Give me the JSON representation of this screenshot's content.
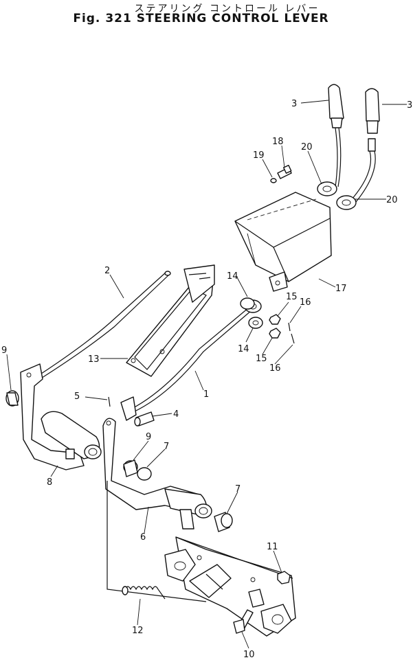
{
  "title": {
    "japanese": "ステアリング コントロール レバー",
    "english": "Fig. 321  STEERING  CONTROL  LEVER"
  },
  "callouts": {
    "c3a": "3",
    "c3b": "3",
    "c18": "18",
    "c19": "19",
    "c20a": "20",
    "c20b": "20",
    "c17": "17",
    "c2": "2",
    "c14a": "14",
    "c14b": "14",
    "c15a": "15",
    "c15b": "15",
    "c16a": "16",
    "c16b": "16",
    "c13": "13",
    "c9a": "9",
    "c1": "1",
    "c5": "5",
    "c4": "4",
    "c9b": "9",
    "c7a": "7",
    "c8": "8",
    "c7b": "7",
    "c6": "6",
    "c11": "11",
    "c12": "12",
    "c10": "10"
  }
}
